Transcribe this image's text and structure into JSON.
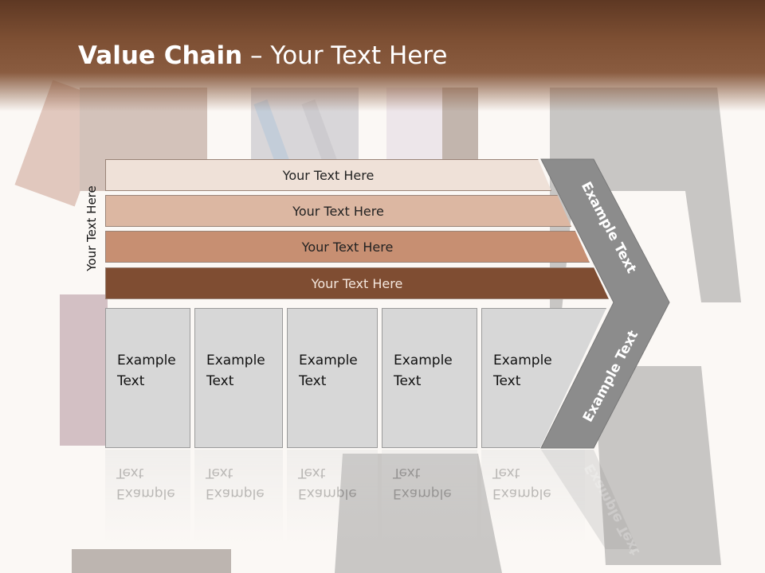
{
  "title": {
    "bold": "Value Chain",
    "rest": " – Your Text Here"
  },
  "side_label": "Your Text Here",
  "bars": [
    "Your Text Here",
    "Your Text Here",
    "Your Text Here",
    "Your Text Here"
  ],
  "boxes": [
    {
      "line1": "Example",
      "line2": "Text"
    },
    {
      "line1": "Example",
      "line2": "Text"
    },
    {
      "line1": "Example",
      "line2": "Text"
    },
    {
      "line1": "Example",
      "line2": "Text"
    },
    {
      "line1": "Example",
      "line2": "Text"
    }
  ],
  "chevron": {
    "upper": "Example Text",
    "lower": "Example Text"
  },
  "colors": {
    "header": "#7d4f33",
    "bar1": "#efe1d8",
    "bar2": "#dcb7a2",
    "bar3": "#c78f72",
    "bar4": "#7f4d32",
    "box": "#d7d7d7",
    "chevron": "#8c8c8c"
  }
}
